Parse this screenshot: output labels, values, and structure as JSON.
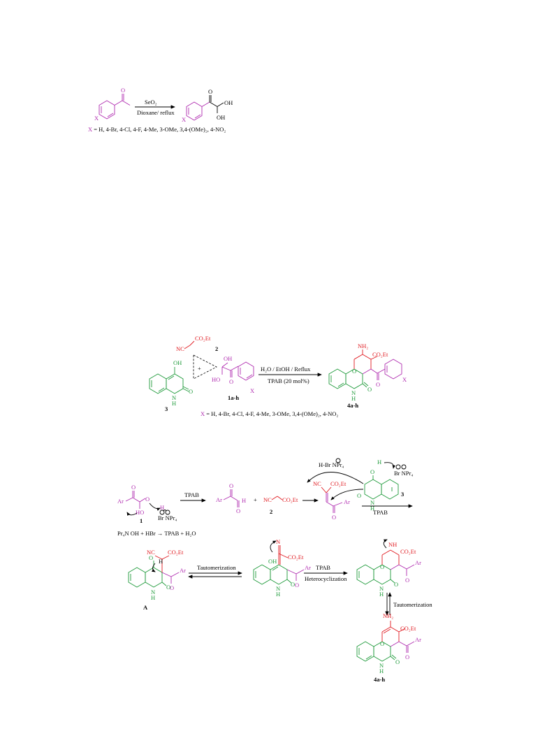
{
  "scheme1": {
    "arrow_top": "SeO₂",
    "arrow_bottom": "Dioxane/ reflux",
    "oh1": "OH",
    "oh2": "OH",
    "x_label_left": "X",
    "x_label_right": "X",
    "o_left": "O",
    "o_right": "O",
    "substituents_x": "X",
    "substituents_rest": " = H, 4-Br, 4-Cl, 4-F, 4-Me, 3-OMe, 3,4-(OMe)₂, 4-NO₂"
  },
  "scheme2": {
    "nc": "NC",
    "co2et": "CO₂Et",
    "compound2": "2",
    "plus": "+",
    "oh_a": "OH",
    "ho_a": "HO",
    "o_keto": "O",
    "x_reagent": "X",
    "compound1": "1a-h",
    "oh_quin": "OH",
    "n_h": "N",
    "h_label": "H",
    "o_quin": "O",
    "compound3": "3",
    "arrow_top": "H₂O / EtOH / Reflux",
    "arrow_bottom": "TPAB (20 mol%)",
    "nh2": "NH₂",
    "co2et_product": "CO₂Et",
    "o_pyran": "O",
    "o_keto_product": "O",
    "x_product": "X",
    "o_lactam": "O",
    "product": "4a-h",
    "substituents_x": "X",
    "substituents_rest": " = H, 4-Br, 4-Cl, 4-F, 4-Me, 3-OMe, 3,4-(OMe)₂, 4-NO₂"
  },
  "mechanism": {
    "ar1": "Ar",
    "o1": "O",
    "o1b": "O",
    "h1": "H",
    "ho1": "HO",
    "label1": "1",
    "br_npr4_1": "Br NPr₄",
    "tpab1": "TPAB",
    "ar2": "Ar",
    "o2": "O",
    "h2": "H",
    "o2b": "O",
    "plus": "+",
    "nc2": "NC",
    "co2et2": "CO₂Et",
    "label2": "2",
    "hbr_npr4": "H-Br NPr₄",
    "nc_knoev": "NC",
    "co2et_knoev": "CO₂Et",
    "o_knoev": "O",
    "ar_knoev": "Ar",
    "h_quin": "H",
    "o_quin_top": "O",
    "br_npr4_2": "Br NPr₄",
    "n_quin": "N",
    "h_n": "H",
    "o_quin": "O",
    "label3": "3",
    "tpab2": "TPAB",
    "regen": "Pr₄N OH + HBr → TPAB + H₂O",
    "nc_a": "NC",
    "co2et_a": "CO₂Et",
    "o_a": "O",
    "h_a": "H",
    "ar_a": "Ar",
    "o_a2": "O",
    "n_a": "N",
    "h_na": "H",
    "o_a3": "O",
    "label_a": "A",
    "tautomerization1": "Tautomerization",
    "n_b": "N",
    "co2et_b": "CO₂Et",
    "oh_b": "OH",
    "ar_b": "Ar",
    "o_b": "O",
    "n_b2": "N",
    "h_b": "H",
    "o_b2": "O",
    "tpab3": "TPAB",
    "heterocyclization": "Heterocyclization",
    "nh_c": "NH",
    "co2et_c": "CO₂Et",
    "o_c": "O",
    "ar_c": "Ar",
    "o_c2": "O",
    "n_c": "N",
    "h_c": "H",
    "o_c3": "O",
    "tautomerization2": "Tautomerization",
    "nh2_d": "NH₂",
    "co2et_d": "CO₂Et",
    "o_d": "O",
    "ar_d": "Ar",
    "o_d2": "O",
    "n_d": "N",
    "h_d": "H",
    "o_d3": "O",
    "product": "4a-h"
  },
  "colors": {
    "magenta": "#b02db0",
    "red": "#e0191f",
    "green": "#1e9a3a"
  }
}
